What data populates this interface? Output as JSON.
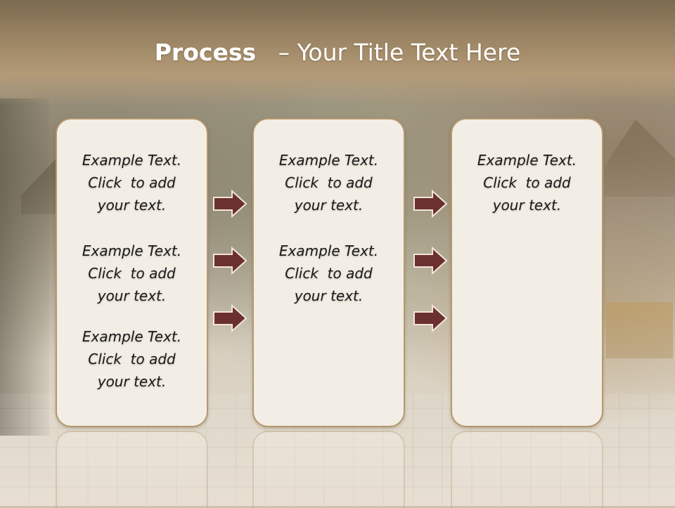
{
  "slide": {
    "title_bold": "Process",
    "title_rest": "– Your Title Text Here"
  },
  "columns": [
    {
      "items": [
        [
          "Example Text.",
          "Click  to add",
          "your text."
        ],
        [
          "Example Text.",
          "Click  to add",
          "your text."
        ],
        [
          "Example Text.",
          "Click  to add",
          "your text."
        ]
      ]
    },
    {
      "items": [
        [
          "Example Text.",
          "Click  to add",
          "your text."
        ],
        [
          "Example Text.",
          "Click  to add",
          "your text."
        ]
      ]
    },
    {
      "items": [
        [
          "Example Text.",
          "Click  to add",
          "your text."
        ]
      ]
    }
  ],
  "colors": {
    "arrow_fill": "#6b3030",
    "arrow_stroke": "#f2e6d8",
    "panel_fill": "#f3eee5",
    "panel_border": "#b5986f"
  },
  "icons": [
    "right-arrow-icon"
  ]
}
